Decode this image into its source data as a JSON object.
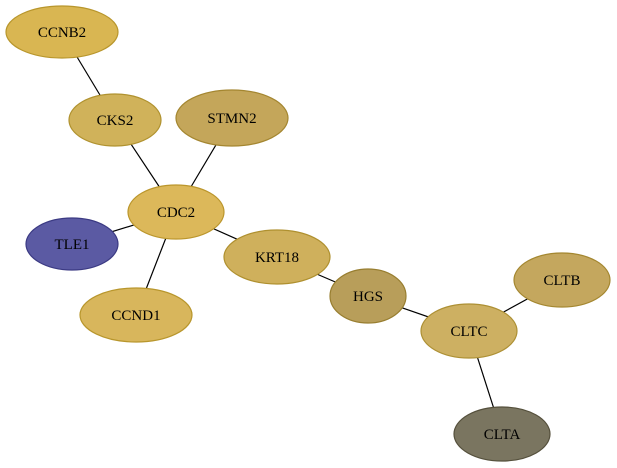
{
  "diagram": {
    "type": "network",
    "nodes": [
      {
        "id": "CCNB2",
        "label": "CCNB2",
        "fill": "#d9b652",
        "stroke": "#b8962c"
      },
      {
        "id": "CKS2",
        "label": "CKS2",
        "fill": "#d0b25a",
        "stroke": "#b0922f"
      },
      {
        "id": "STMN2",
        "label": "STMN2",
        "fill": "#c4a65a",
        "stroke": "#a48630"
      },
      {
        "id": "CDC2",
        "label": "CDC2",
        "fill": "#dcb85a",
        "stroke": "#bb962c"
      },
      {
        "id": "TLE1",
        "label": "TLE1",
        "fill": "#5b5aa3",
        "stroke": "#3b3a83"
      },
      {
        "id": "KRT18",
        "label": "KRT18",
        "fill": "#cfb05c",
        "stroke": "#af902f"
      },
      {
        "id": "CCND1",
        "label": "CCND1",
        "fill": "#d8b65c",
        "stroke": "#b8962c"
      },
      {
        "id": "HGS",
        "label": "HGS",
        "fill": "#b89e5a",
        "stroke": "#987e30"
      },
      {
        "id": "CLTB",
        "label": "CLTB",
        "fill": "#c4a75e",
        "stroke": "#a48730"
      },
      {
        "id": "CLTC",
        "label": "CLTC",
        "fill": "#cdb062",
        "stroke": "#ad9034"
      },
      {
        "id": "CLTA",
        "label": "CLTA",
        "fill": "#7a7560",
        "stroke": "#55503c"
      }
    ],
    "edges": [
      {
        "source": "CCNB2",
        "target": "CKS2"
      },
      {
        "source": "CKS2",
        "target": "CDC2"
      },
      {
        "source": "STMN2",
        "target": "CDC2"
      },
      {
        "source": "TLE1",
        "target": "CDC2"
      },
      {
        "source": "CDC2",
        "target": "CCND1"
      },
      {
        "source": "CDC2",
        "target": "KRT18"
      },
      {
        "source": "KRT18",
        "target": "HGS"
      },
      {
        "source": "HGS",
        "target": "CLTC"
      },
      {
        "source": "CLTC",
        "target": "CLTB"
      },
      {
        "source": "CLTC",
        "target": "CLTA"
      }
    ]
  }
}
